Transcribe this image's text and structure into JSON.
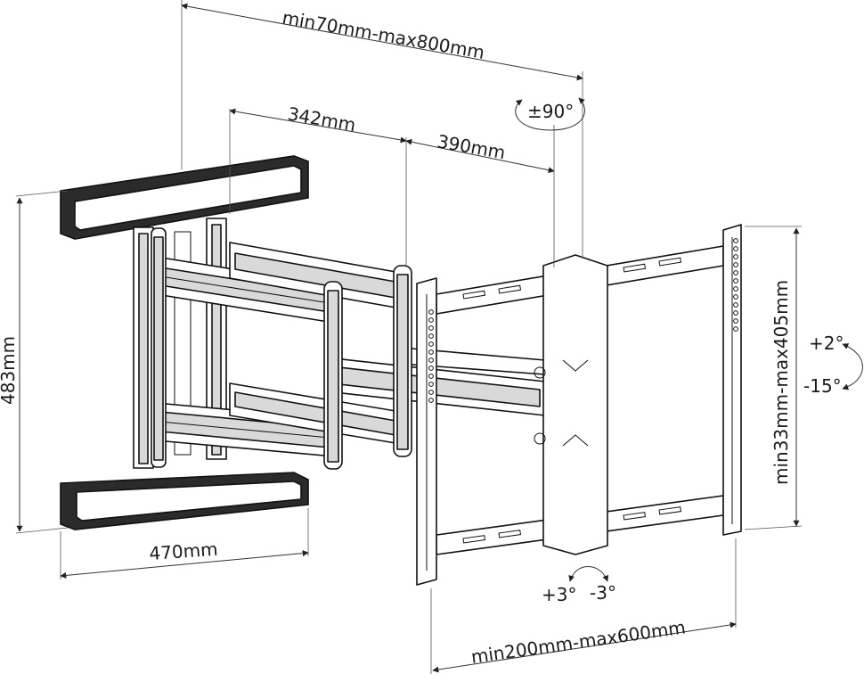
{
  "dimensions": {
    "total_depth": "min70mm-max800mm",
    "arm_1": "342mm",
    "arm_2": "390mm",
    "wall_plate_height": "483mm",
    "wall_plate_width": "470mm",
    "vesa_vertical": "min33mm-max405mm",
    "vesa_horizontal": "min200mm-max600mm"
  },
  "angles": {
    "swivel": "±90°",
    "tilt_up": "+2°",
    "tilt_down": "-15°",
    "level_plus": "+3°",
    "level_minus": "-3°"
  },
  "colors": {
    "line": "#111111",
    "fill_grey": "#d9d9d9"
  }
}
